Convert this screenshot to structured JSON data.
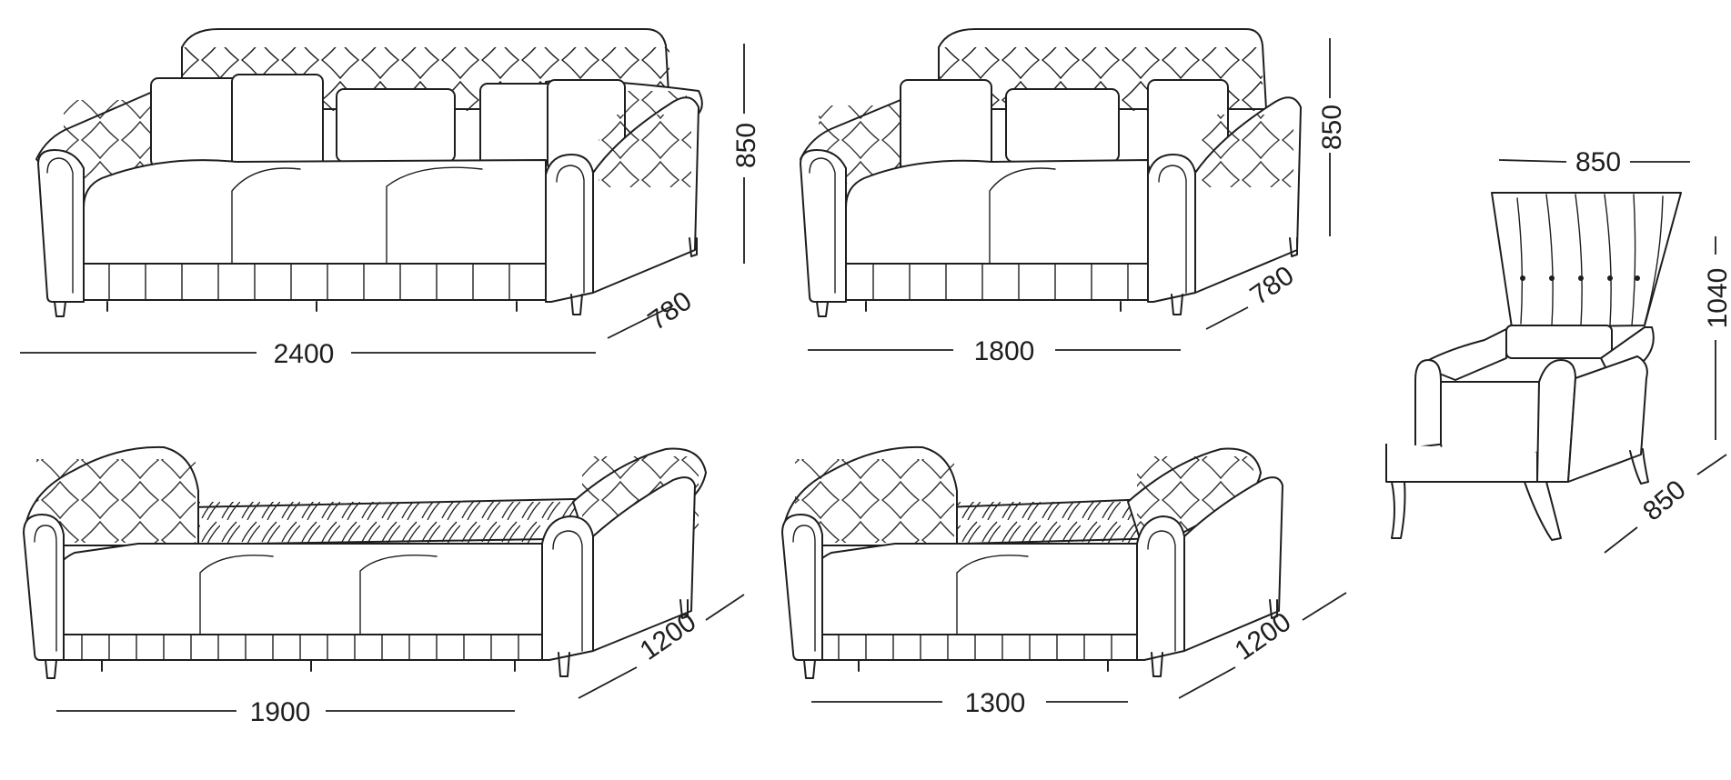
{
  "views": [
    {
      "id": "sofa-3-seat",
      "width": "2400",
      "depth": "780",
      "height": "850"
    },
    {
      "id": "sofa-2-seat",
      "width": "1800",
      "depth": "780",
      "height": "850"
    },
    {
      "id": "armchair",
      "width": "850",
      "depth": "850",
      "height": "1040"
    },
    {
      "id": "sofa-3-seat-bed",
      "width": "1900",
      "depth": "1200"
    },
    {
      "id": "sofa-2-seat-bed",
      "width": "1300",
      "depth": "1200"
    }
  ]
}
